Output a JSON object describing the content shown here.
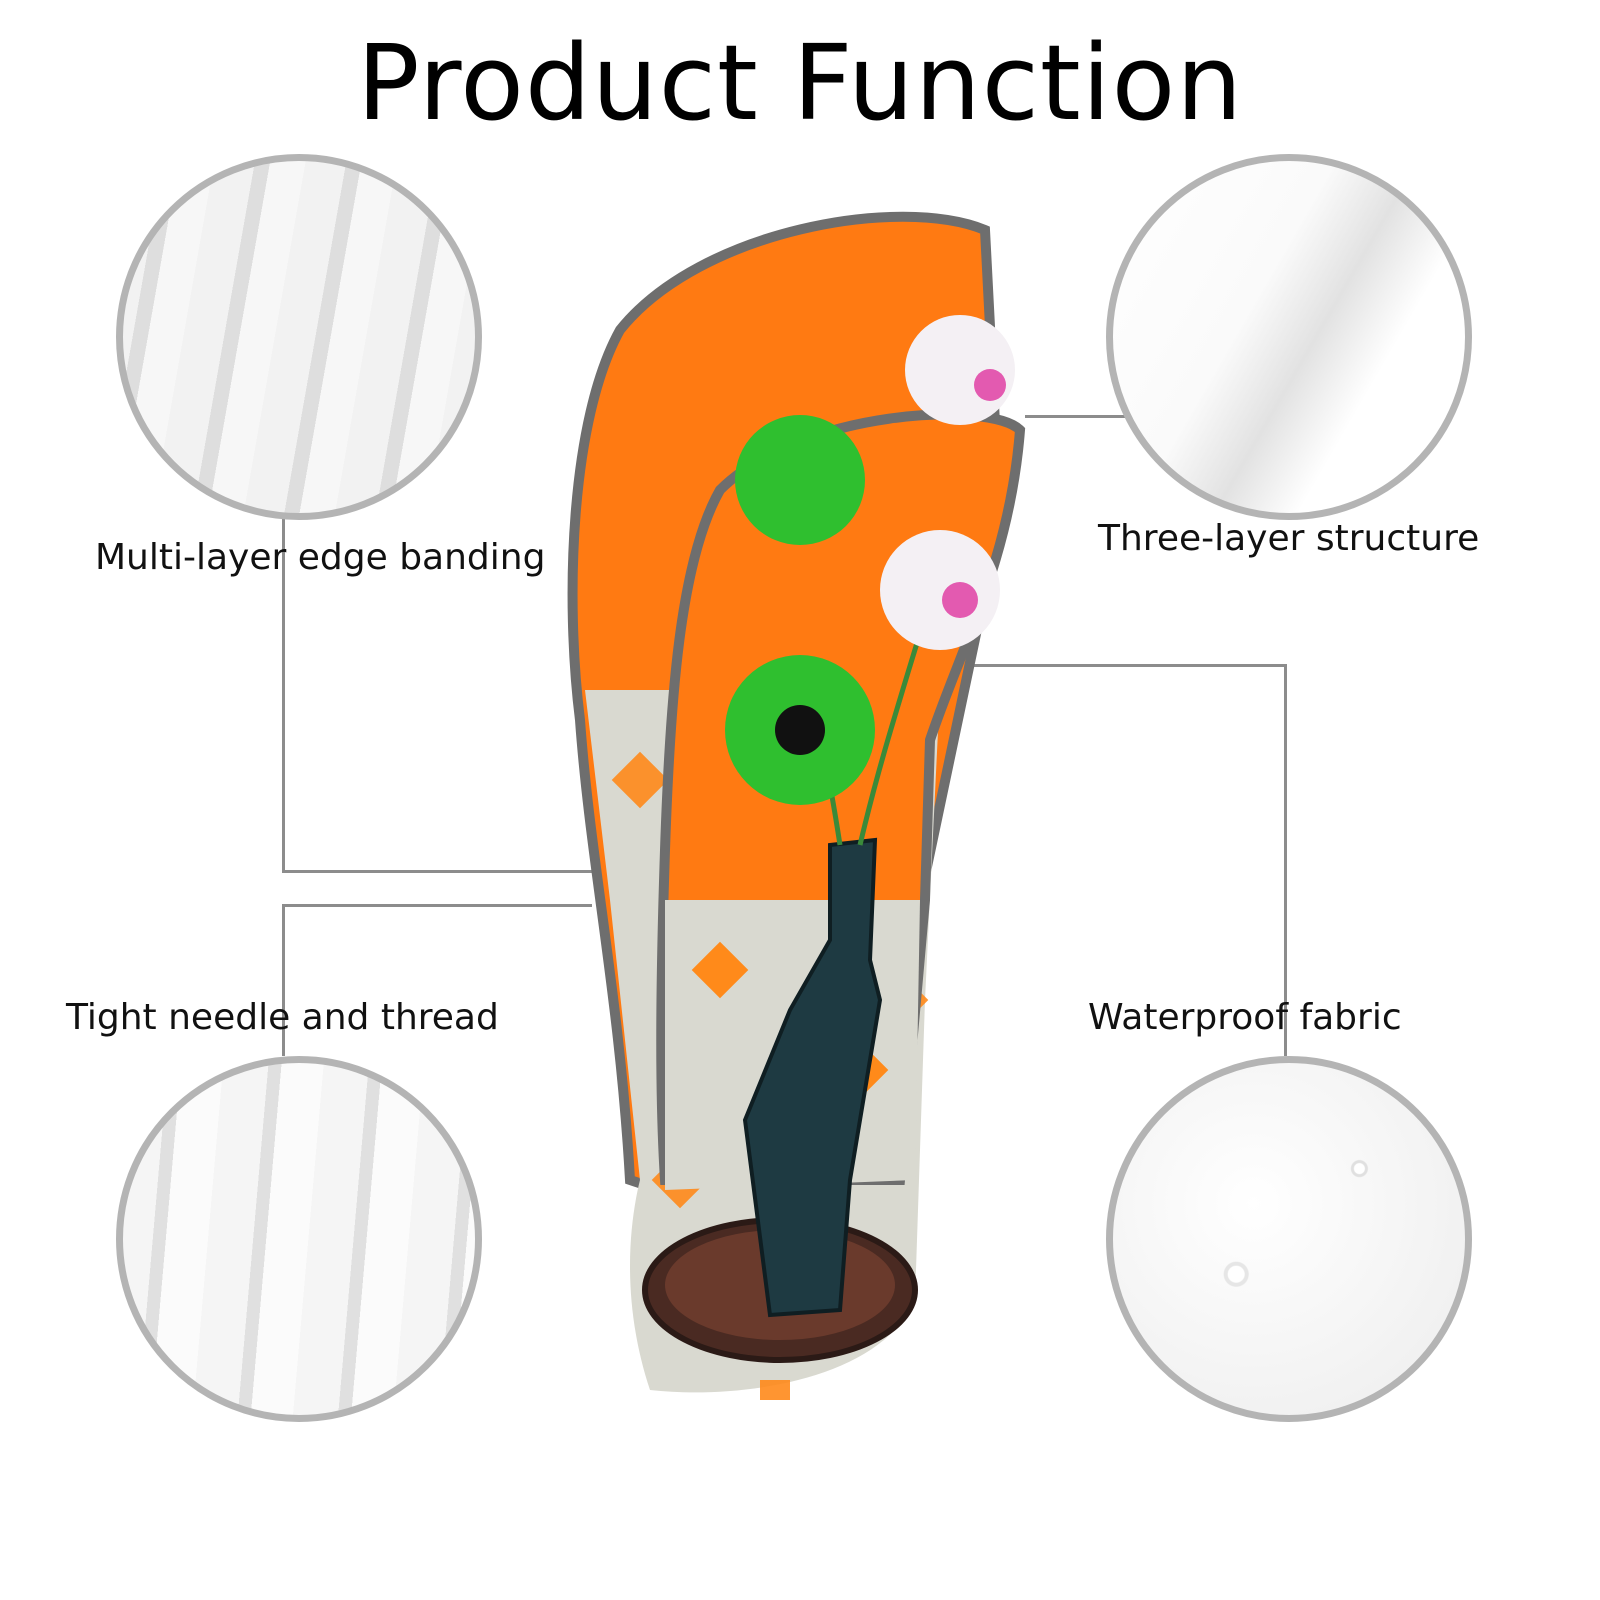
{
  "title": "Product Function",
  "features": [
    {
      "label": "Multi-layer edge banding"
    },
    {
      "label": "Three-layer structure"
    },
    {
      "label": "Tight needle and thread"
    },
    {
      "label": "Waterproof fabric"
    }
  ],
  "colors": {
    "accent": "#ff7a12",
    "border": "#b4b4b4",
    "trim": "#6e6e6e"
  }
}
